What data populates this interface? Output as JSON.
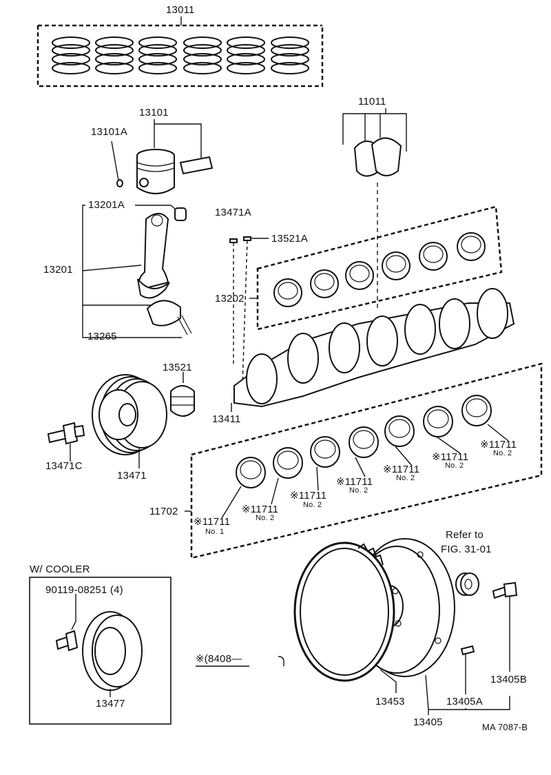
{
  "diagram": {
    "labels": {
      "p13011": "13011",
      "p13101": "13101",
      "p13101A": "13101A",
      "p13201A": "13201A",
      "p13201": "13201",
      "p13265": "13265",
      "p13471A": "13471A",
      "p13521A": "13521A",
      "p13202": "13202",
      "p11011": "11011",
      "p13521": "13521",
      "p13411": "13411",
      "p13471C": "13471C",
      "p13471": "13471",
      "p11702": "11702",
      "b1": "※11711",
      "b1n": "No. 1",
      "b2": "※11711",
      "b2n": "No. 2",
      "b3": "※11711",
      "b3n": "No. 2",
      "b4": "※11711",
      "b4n": "No. 2",
      "b5": "※11711",
      "b5n": "No. 2",
      "b6": "※11711",
      "b6n": "No. 2",
      "b7": "※11711",
      "b7n": "No. 2",
      "cooler_title": "W/ COOLER",
      "p90119": "90119-08251 (4)",
      "p13477": "13477",
      "serial": "※(8408—",
      "refer1": "Refer to",
      "refer2": "FIG. 31-01",
      "p13453": "13453",
      "p13405A": "13405A",
      "p13405B": "13405B",
      "p13405": "13405",
      "code": "MA  7087-B"
    }
  }
}
